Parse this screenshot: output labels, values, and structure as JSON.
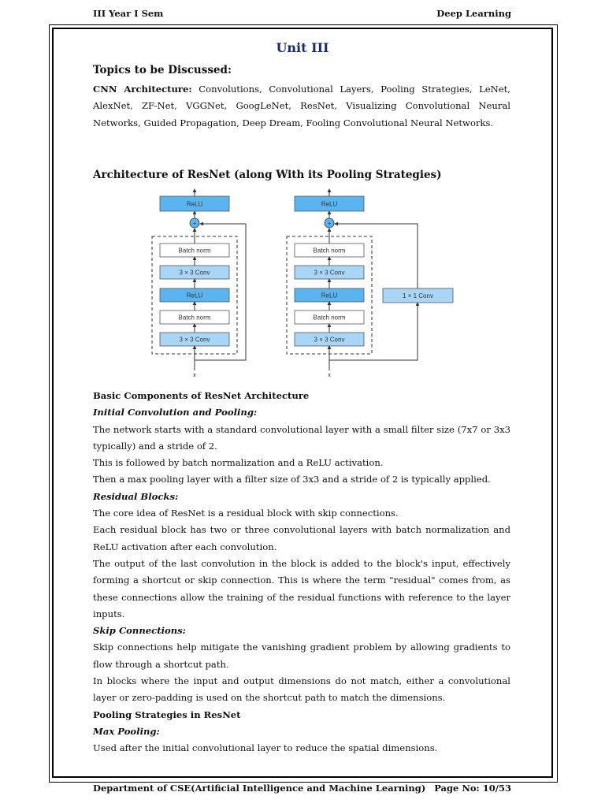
{
  "header": {
    "left": "III Year I Sem",
    "right": "Deep Learning"
  },
  "title": "Unit III",
  "topics": {
    "heading": "Topics to be Discussed:",
    "label": "CNN Architecture:",
    "text": " Convolutions, Convolutional Layers, Pooling Strategies, LeNet, AlexNet, ZF-Net, VGGNet, GoogLeNet, ResNet, Visualizing Convolutional Neural Networks, Guided Propagation, Deep Dream, Fooling Convolutional Neural Networks."
  },
  "section_heading": "Architecture of ResNet (along With its Pooling Strategies)",
  "diagram": {
    "relu": "ReLU",
    "batch_norm": "Batch norm",
    "conv3": "3 × 3 Conv",
    "conv1": "1 × 1 Conv",
    "plus": "+",
    "input": "x",
    "colors": {
      "dark": "#5ab4f0",
      "light": "#a9d6f7",
      "white": "#ffffff"
    }
  },
  "body": {
    "components_heading": "Basic Components of ResNet Architecture",
    "initial_heading": "Initial Convolution and Pooling:",
    "initial_p1": "The network starts with a standard convolutional layer with a small filter size (7x7 or 3x3 typically) and a stride of 2.",
    "initial_p2": "This is followed by batch normalization and a ReLU activation.",
    "initial_p3": "Then a max pooling layer with a filter size of 3x3 and a stride of 2 is typically applied.",
    "residual_heading": "Residual Blocks:",
    "residual_p1": "The core idea of ResNet is a residual block with skip connections.",
    "residual_p2": "Each residual block has two or three convolutional layers with batch normalization and ReLU activation after each convolution.",
    "residual_p3": "The output of the last convolution in the block is added to the block's input, effectively forming a shortcut or skip connection. This is where the term \"residual\" comes from, as these connections allow the training of the residual functions with reference to the layer inputs.",
    "skip_heading": "Skip Connections:",
    "skip_p1": "Skip connections help mitigate the vanishing gradient problem by allowing gradients to flow through a shortcut path.",
    "skip_p2": "In blocks where the input and output dimensions do not match, either a convolutional layer or zero-padding is used on the shortcut path to match the dimensions.",
    "pooling_heading": "Pooling Strategies in ResNet",
    "max_heading": "Max Pooling:",
    "max_p1": "Used after the initial convolutional layer to reduce the spatial dimensions."
  },
  "footer": {
    "left": "Department of CSE(Artificial Intelligence and Machine Learning)",
    "right": "Page No: 10/53"
  }
}
